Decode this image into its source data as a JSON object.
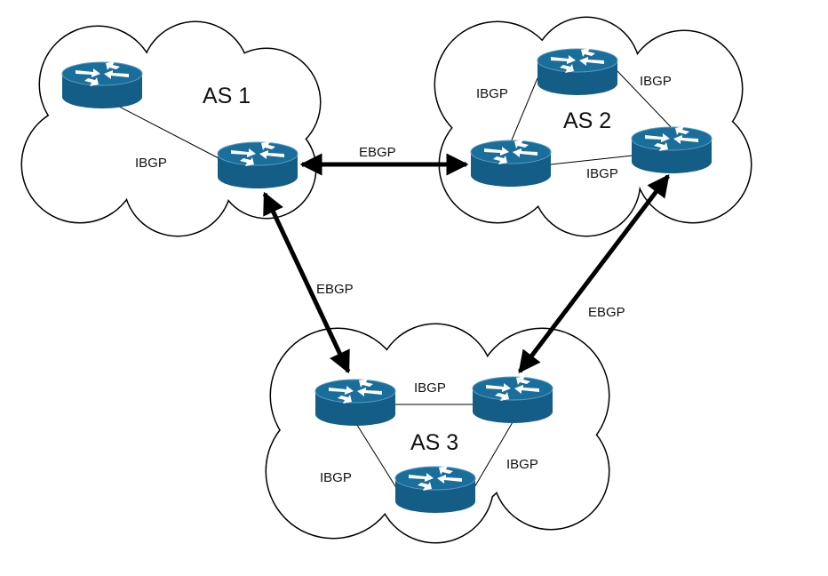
{
  "colors": {
    "router_top": "#1a6e9c",
    "router_side": "#135d87",
    "link": "#000000",
    "cloud_fill": "#ffffff"
  },
  "autonomous_systems": [
    {
      "label": "AS 1"
    },
    {
      "label": "AS 2"
    },
    {
      "label": "AS 3"
    }
  ],
  "links": {
    "ibgp": "IBGP",
    "ebgp": "EBGP"
  },
  "labels": {
    "as1_ibgp": "IBGP",
    "as2_ibgp_left": "IBGP",
    "as2_ibgp_right": "IBGP",
    "as2_ibgp_bottom": "IBGP",
    "as3_ibgp_top": "IBGP",
    "as3_ibgp_left": "IBGP",
    "as3_ibgp_right": "IBGP",
    "ebgp_as1_as2": "EBGP",
    "ebgp_as1_as3": "EBGP",
    "ebgp_as2_as3": "EBGP"
  },
  "router_icon": "router-icon"
}
